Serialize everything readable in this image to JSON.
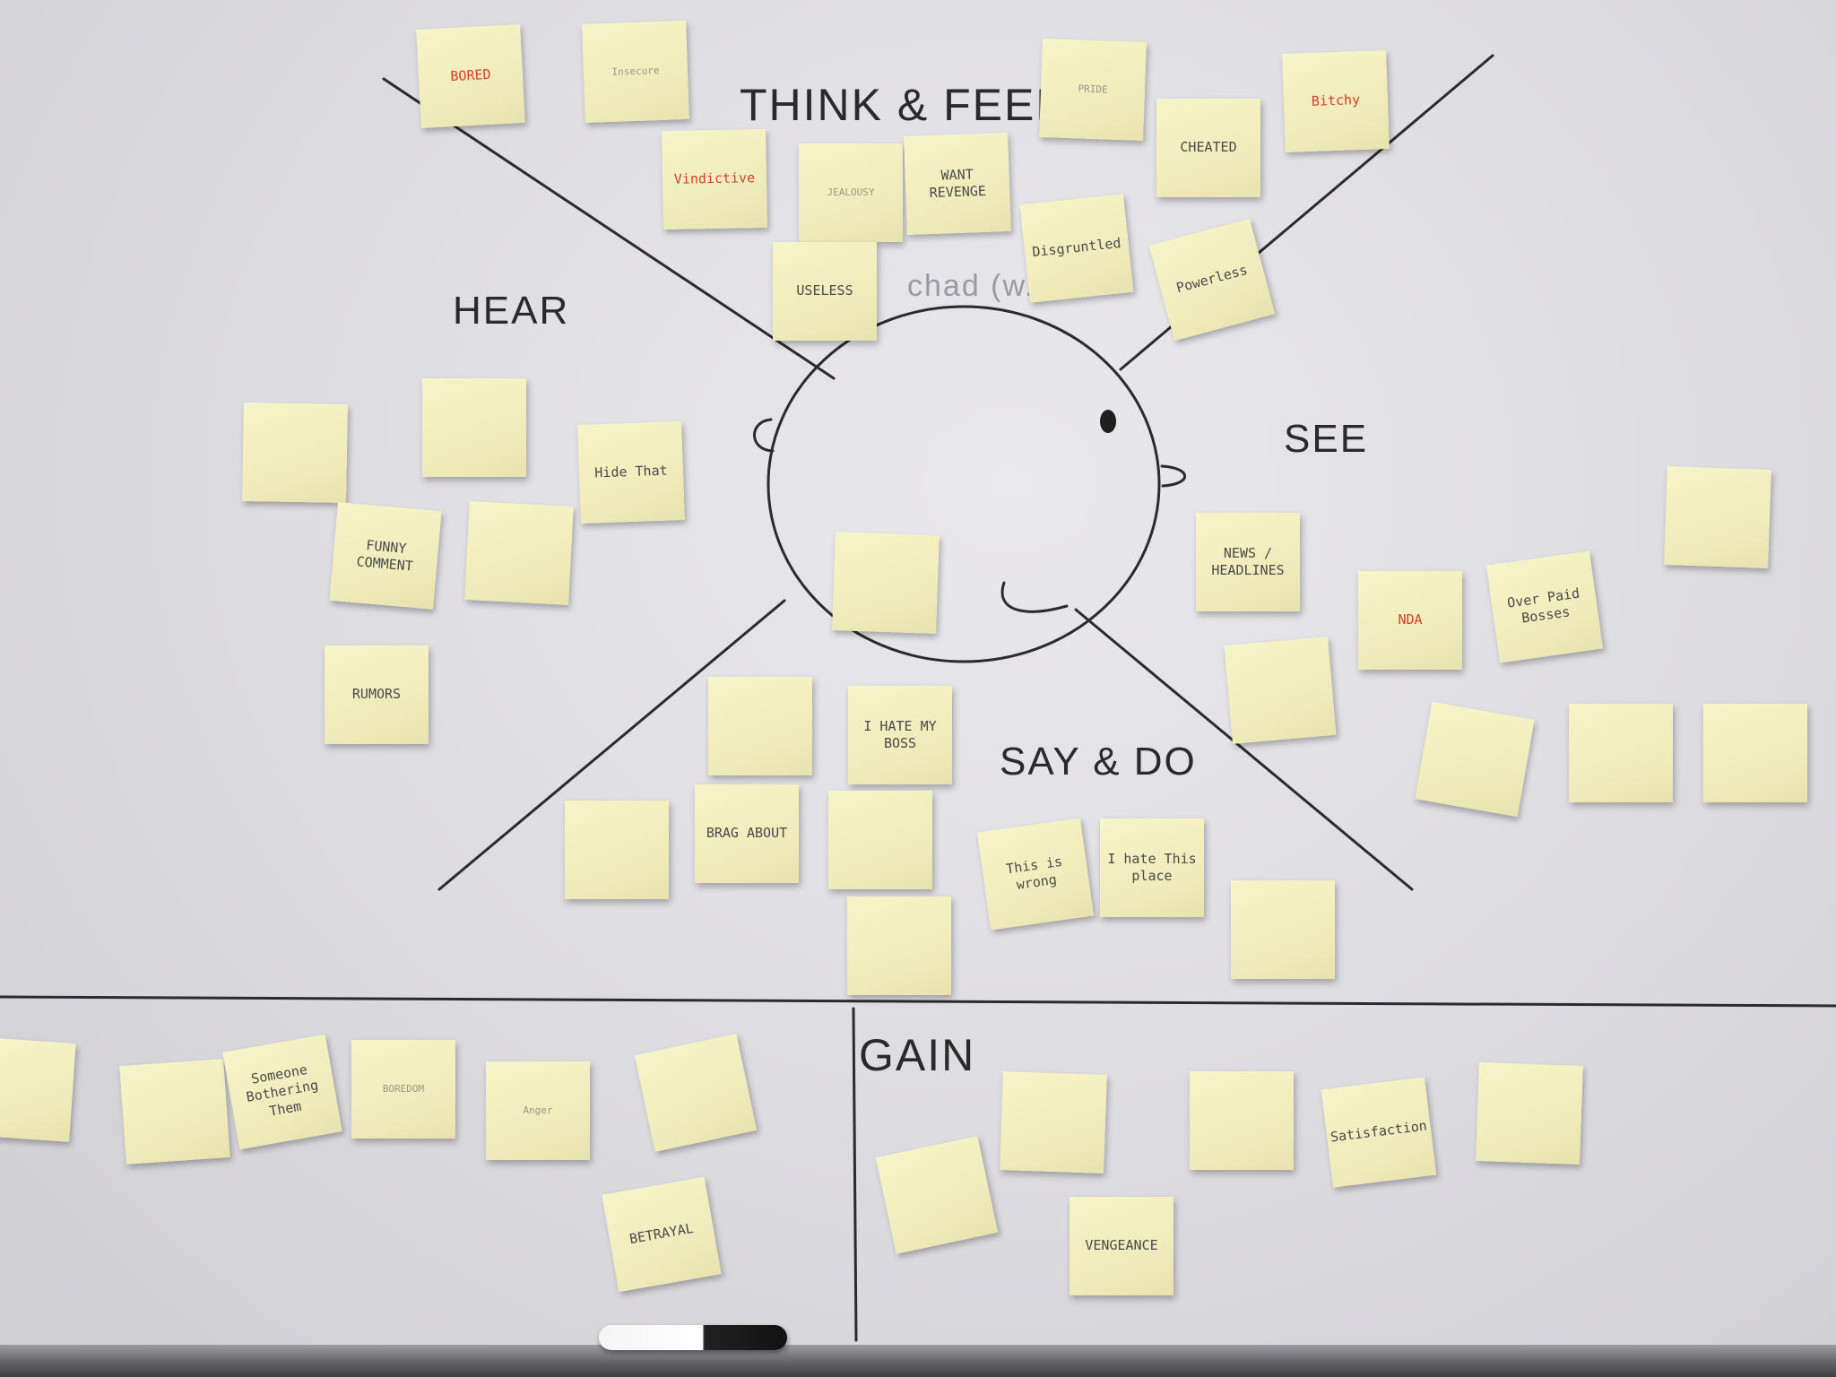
{
  "board": {
    "labels": {
      "think_feel": "THINK & FEEL",
      "hear": "HEAR",
      "see": "SEE",
      "say_do": "SAY & DO",
      "gain": "GAIN",
      "persona": "chad (w..."
    },
    "notes": [
      {
        "text": "BORED",
        "color": "red"
      },
      {
        "text": "Insecure",
        "color": "faint"
      },
      {
        "text": "Vindictive",
        "color": "red"
      },
      {
        "text": "JEALOUSY",
        "color": "faint"
      },
      {
        "text": "WANT REVENGE",
        "color": "dark"
      },
      {
        "text": "USELESS",
        "color": "dark"
      },
      {
        "text": "PRIDE",
        "color": "faint"
      },
      {
        "text": "CHEATED",
        "color": "dark"
      },
      {
        "text": "Bitchy",
        "color": "red"
      },
      {
        "text": "Disgruntled",
        "color": "dark"
      },
      {
        "text": "Powerless",
        "color": "dark"
      },
      {
        "text": "",
        "color": "faint"
      },
      {
        "text": "",
        "color": "faint"
      },
      {
        "text": "Hide That",
        "color": "dark"
      },
      {
        "text": "FUNNY COMMENT",
        "color": "dark"
      },
      {
        "text": "",
        "color": "faint"
      },
      {
        "text": "RUMORS",
        "color": "dark"
      },
      {
        "text": "",
        "color": "faint"
      },
      {
        "text": "NEWS / HEADLINES",
        "color": "dark"
      },
      {
        "text": "NDA",
        "color": "red"
      },
      {
        "text": "Over Paid Bosses",
        "color": "dark"
      },
      {
        "text": "",
        "color": "faint"
      },
      {
        "text": "",
        "color": "faint"
      },
      {
        "text": "",
        "color": "faint"
      },
      {
        "text": "",
        "color": "red"
      },
      {
        "text": "",
        "color": "faint"
      },
      {
        "text": "",
        "color": "faint"
      },
      {
        "text": "I HATE MY BOSS",
        "color": "dark"
      },
      {
        "text": "",
        "color": "red"
      },
      {
        "text": "BRAG ABOUT",
        "color": "dark"
      },
      {
        "text": "",
        "color": "faint"
      },
      {
        "text": "",
        "color": "faint"
      },
      {
        "text": "This is wrong",
        "color": "dark"
      },
      {
        "text": "I hate This place",
        "color": "dark"
      },
      {
        "text": "",
        "color": "faint"
      },
      {
        "text": "",
        "color": "faint"
      },
      {
        "text": "",
        "color": "faint"
      },
      {
        "text": "Someone Bothering Them",
        "color": "dark"
      },
      {
        "text": "BOREDOM",
        "color": "faint"
      },
      {
        "text": "Anger",
        "color": "faint"
      },
      {
        "text": "",
        "color": "faint"
      },
      {
        "text": "BETRAYAL",
        "color": "dark"
      },
      {
        "text": "",
        "color": "red"
      },
      {
        "text": "",
        "color": "faint"
      },
      {
        "text": "VENGEANCE",
        "color": "dark"
      },
      {
        "text": "",
        "color": "faint"
      },
      {
        "text": "Satisfaction",
        "color": "dark"
      },
      {
        "text": "",
        "color": "faint"
      }
    ]
  }
}
